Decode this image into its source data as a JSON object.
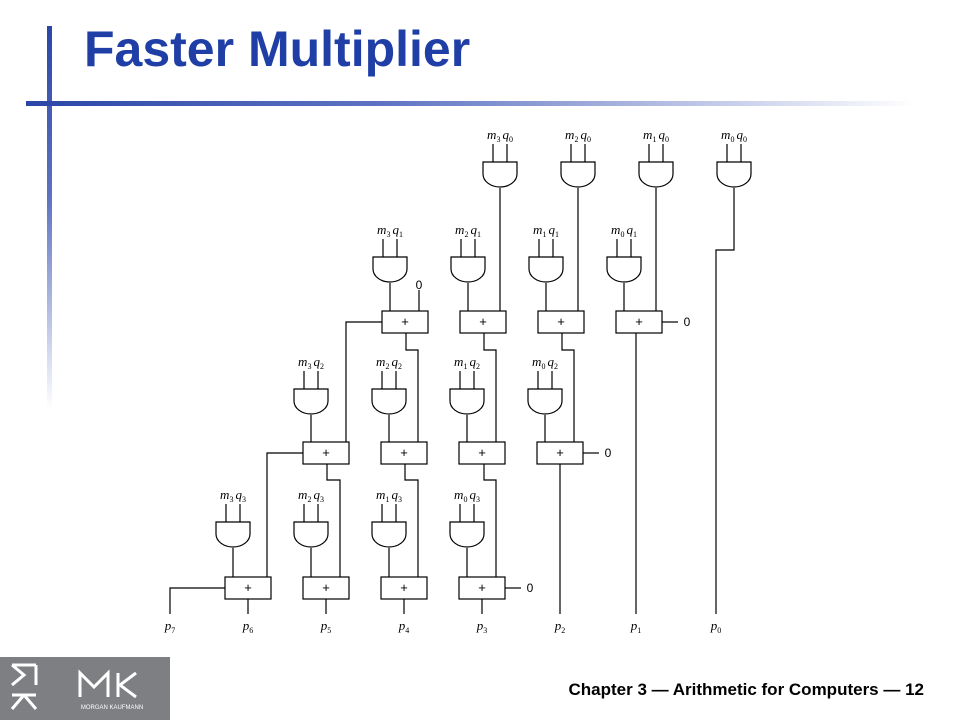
{
  "slide": {
    "title": "Faster Multiplier",
    "footer": "Chapter 3 — Arithmetic for Computers — 12"
  },
  "logo": {
    "name": "MK",
    "caption": "MORGAN KAUFMANN"
  },
  "diagram": {
    "gate_rows": [
      {
        "label": "q0",
        "terms": [
          {
            "m": "3",
            "q": "0"
          },
          {
            "m": "2",
            "q": "0"
          },
          {
            "m": "1",
            "q": "0"
          },
          {
            "m": "0",
            "q": "0"
          }
        ]
      },
      {
        "label": "q1",
        "terms": [
          {
            "m": "3",
            "q": "1"
          },
          {
            "m": "2",
            "q": "1"
          },
          {
            "m": "1",
            "q": "1"
          },
          {
            "m": "0",
            "q": "1"
          }
        ]
      },
      {
        "label": "q2",
        "terms": [
          {
            "m": "3",
            "q": "2"
          },
          {
            "m": "2",
            "q": "2"
          },
          {
            "m": "1",
            "q": "2"
          },
          {
            "m": "0",
            "q": "2"
          }
        ]
      },
      {
        "label": "q3",
        "terms": [
          {
            "m": "3",
            "q": "3"
          },
          {
            "m": "2",
            "q": "3"
          },
          {
            "m": "1",
            "q": "3"
          },
          {
            "m": "0",
            "q": "3"
          }
        ]
      }
    ],
    "adder_symbol": "+",
    "zero": "0",
    "outputs": [
      "7",
      "6",
      "5",
      "4",
      "3",
      "2",
      "1",
      "0"
    ]
  }
}
